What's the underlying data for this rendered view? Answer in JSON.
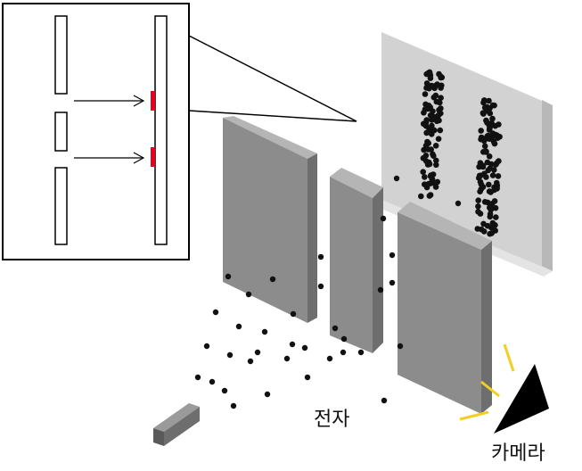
{
  "labels": {
    "electron": "전자",
    "camera": "카메라"
  },
  "colors": {
    "slit_face": "#8c8c8c",
    "slit_top": "#b5b5b5",
    "slit_side": "#6e6e6e",
    "screen_face": "#d2d2d2",
    "screen_side": "#b8b8b8",
    "particle": "#111111",
    "hit_mark": "#e8001c",
    "flash": "#f2cf22"
  },
  "icons": [
    "electron-source",
    "camera-icon",
    "flash-rays"
  ]
}
